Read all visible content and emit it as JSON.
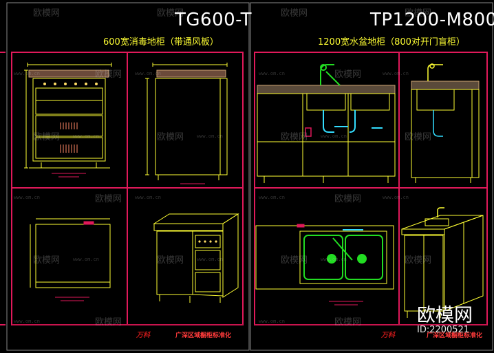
{
  "left_panel": {
    "code": "TG600-T",
    "description": "600宽消毒地柜（带通风板）"
  },
  "right_panel": {
    "code": "TP1200-M800",
    "description": "1200宽水盆地柜（800对开门盲柜）"
  },
  "footer": {
    "logo_text": "万科",
    "left_caption": "广深区域橱柜标准化",
    "right_caption": "广深区域橱柜标准化"
  },
  "watermark": {
    "brand": "欧模网",
    "url": "www.om.cn"
  },
  "brand_overlay": {
    "name": "欧模网",
    "id_text": "ID:2200521"
  },
  "colors": {
    "background": "#000000",
    "frame_red": "#e0195a",
    "drawing_yellow": "#ffff33",
    "title_white": "#ffffff",
    "faucet_green": "#22dd22",
    "pipe_cyan": "#33ddff"
  }
}
